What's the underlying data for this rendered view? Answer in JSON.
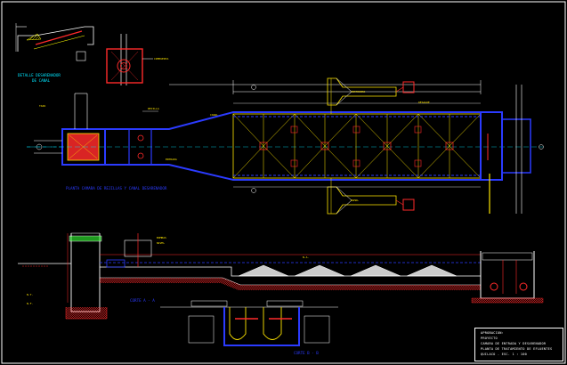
{
  "drawing": {
    "background": "#000000",
    "colors": {
      "outline": "#ffffff",
      "walls": "#2b3bff",
      "dims": "#ff2a2a",
      "hatch": "#ffff00",
      "text_cyan": "#00e5ff",
      "text_yellow": "#ffe600",
      "text_green": "#33ff33",
      "magenta": "#ff33ff"
    }
  },
  "labels": {
    "detail_title_line1": "DETALLE DESARENADOR",
    "detail_title_line2": "DE CANAL",
    "plan_title": "PLANTA CAMARA DE REJILLAS Y CANAL DESARENADOR",
    "section_aa": "CORTE A - A",
    "section_bb": "CORTE B - B",
    "callout_bombas": "BOMBAS",
    "callout_rejilla": "REJILLA",
    "callout_compuerta": "COMPUERTA",
    "callout_canal": "CANAL",
    "callout_tapa": "TAPA",
    "callout_vertedero": "VERTEDERO",
    "callout_desague": "DESAGUE",
    "callout_entrada": "ENTRADA",
    "callout_ramal": "RAMAL",
    "callout_nivel": "NIVEL",
    "level_1": "N.T.",
    "level_2": "N.A.",
    "level_3": "N.F."
  },
  "title_block": {
    "line1": "APROBACION:",
    "line2": "PROYECTO",
    "line3": "CAMARA DE ENTRADA Y DESARENADOR",
    "line4": "PLANTA DE TRATAMIENTO DE EFLUENTES",
    "line5": "QUILACO - ESC. 1 : 100"
  }
}
